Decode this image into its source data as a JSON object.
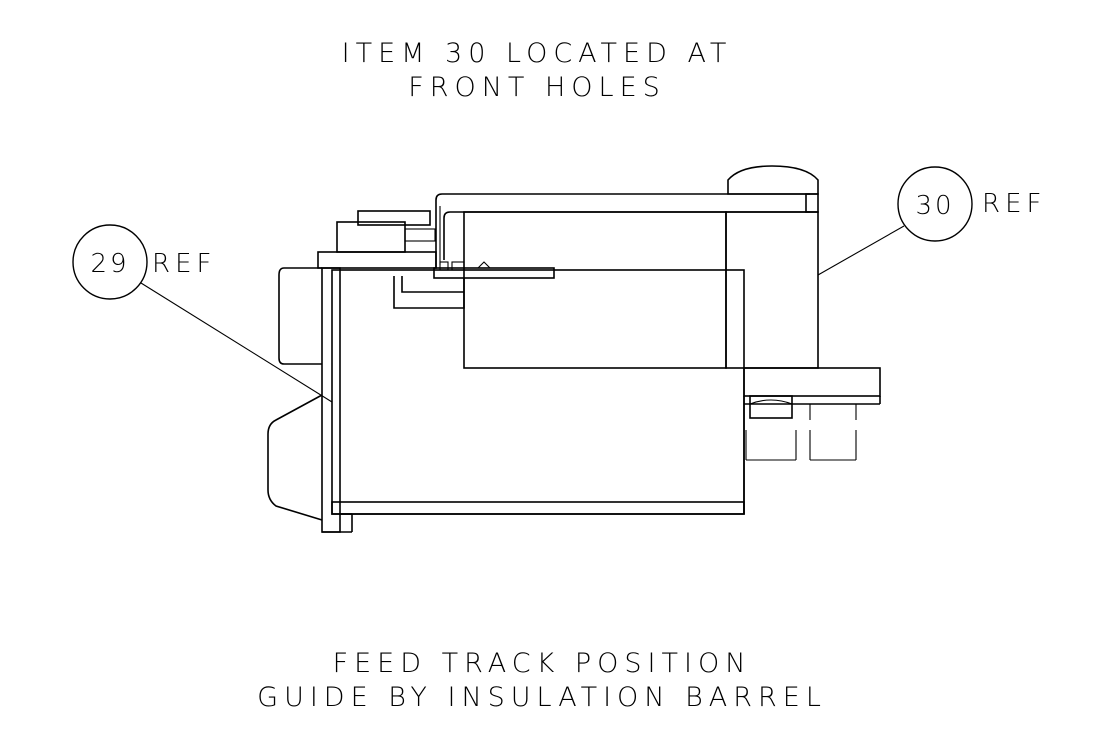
{
  "notes": {
    "top_line_1": "ITEM 30 LOCATED AT",
    "top_line_2": "FRONT HOLES",
    "bottom_line_1": "FEED TRACK POSITION",
    "bottom_line_2": "GUIDE BY INSULATION BARREL"
  },
  "balloons": [
    {
      "number": "29",
      "suffix": "REF"
    },
    {
      "number": "30",
      "suffix": "REF"
    }
  ]
}
